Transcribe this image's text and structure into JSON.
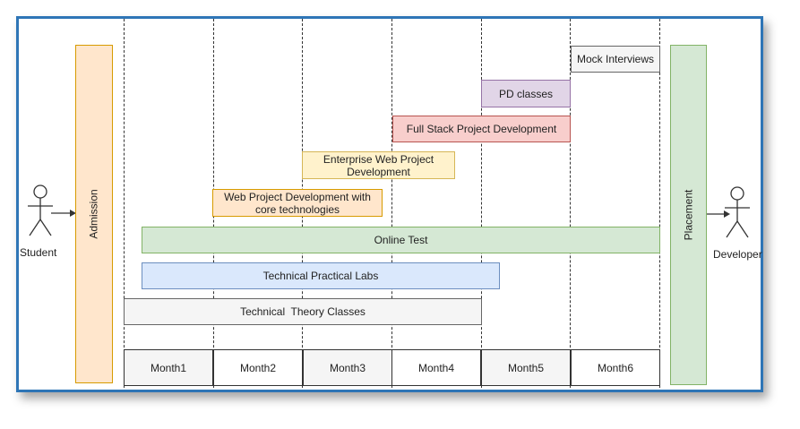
{
  "actors": {
    "student": "Student",
    "developer": "Developer"
  },
  "stages": {
    "admission": "Admission",
    "placement": "Placement"
  },
  "tasks": {
    "mock_interviews": "Mock Interviews",
    "pd_classes": "PD classes",
    "full_stack": "Full Stack Project Development",
    "enterprise_web_line1": "Enterprise Web Project",
    "enterprise_web_line2": "Development",
    "web_project_line1": "Web Project Development with",
    "web_project_line2": "core technologies",
    "online_test": "Online Test",
    "practical_labs": "Technical Practical Labs",
    "theory_classes": "Technical  Theory Classes"
  },
  "months": [
    "Month1",
    "Month2",
    "Month3",
    "Month4",
    "Month5",
    "Month6"
  ],
  "colors": {
    "border_blue": "#2e75b6",
    "orange_fill": "#ffe6cc",
    "orange_stroke": "#d79b00",
    "yellow_fill": "#fff2cc",
    "yellow_stroke": "#d6b656",
    "red_fill": "#f8cecc",
    "red_stroke": "#b85450",
    "purple_fill": "#e1d5e7",
    "purple_stroke": "#9673a6",
    "green_fill": "#d5e8d4",
    "green_stroke": "#82b366",
    "blue_fill": "#dae8fc",
    "blue_stroke": "#6c8ebf",
    "gray_fill": "#f5f5f5",
    "gray_stroke": "#666666"
  }
}
